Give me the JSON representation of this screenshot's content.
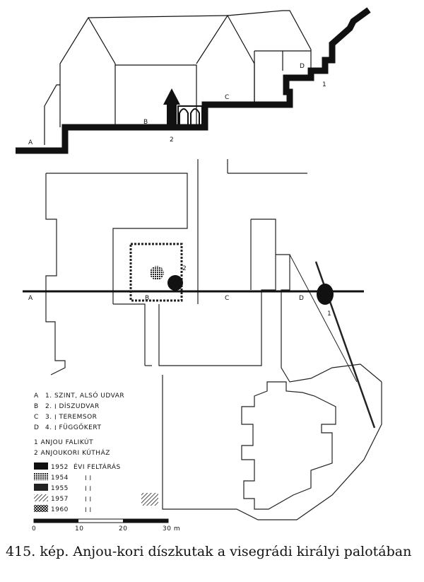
{
  "section_labels": {
    "A": "A",
    "B": "B",
    "C": "C",
    "D": "D",
    "n1": "1",
    "n2": "2"
  },
  "plan_labels": {
    "A": "A",
    "B": "B",
    "C": "C",
    "D": "D",
    "n1": "1",
    "n2": "2"
  },
  "legend": {
    "levels": [
      {
        "code": "A",
        "text": "1. SZINT, ALSÓ UDVAR"
      },
      {
        "code": "B",
        "text": "2.   ׀   DÍSZUDVAR"
      },
      {
        "code": "C",
        "text": "3.   ׀   TEREMSOR"
      },
      {
        "code": "D",
        "text": "4.   ׀   FÜGGŐKERT"
      }
    ],
    "items": [
      {
        "text": "1  ANJOU FALIKÚT"
      },
      {
        "text": "2  ANJOUKORI KÚTHÁZ"
      }
    ],
    "years": [
      {
        "year": "1952",
        "suffix": "ÉVI FELTÁRÁS",
        "pattern": "solid"
      },
      {
        "year": "1954",
        "suffix": "׀         ׀",
        "pattern": "dots"
      },
      {
        "year": "1955",
        "suffix": "׀         ׀",
        "pattern": "dense"
      },
      {
        "year": "1957",
        "suffix": "׀         ׀",
        "pattern": "hatch"
      },
      {
        "year": "1960",
        "suffix": "׀         ׀",
        "pattern": "cross"
      }
    ]
  },
  "scale": {
    "ticks": [
      "0",
      "10",
      "20",
      "30 m"
    ]
  },
  "caption": "415. kép. Anjou-kori díszkutak a visegrádi királyi palotában"
}
